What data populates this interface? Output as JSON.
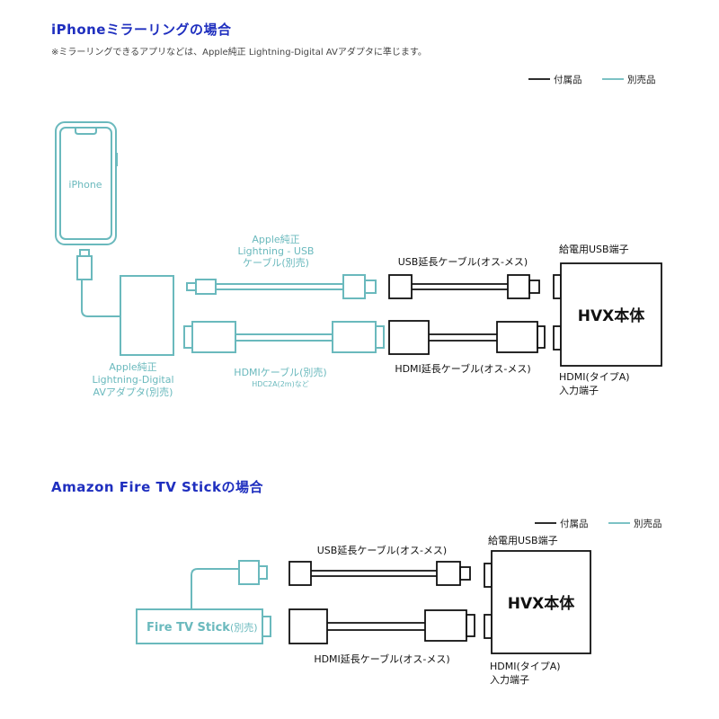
{
  "section1": {
    "title": "iPhoneミラーリングの場合",
    "note": "※ミラーリングできるアプリなどは、Apple純正 Lightning-Digital AVアダプタに準じます。",
    "legend": {
      "included": "付属品",
      "sold_separately": "別売品"
    },
    "iphone_label": "iPhone",
    "adapter_label": [
      "Apple純正",
      "Lightning-Digital",
      "AVアダプタ(別売)"
    ],
    "lightning_usb_label": [
      "Apple純正",
      "Lightning - USB",
      "ケーブル(別売)"
    ],
    "hdmi_cable_label": "HDMIケーブル(別売)",
    "hdmi_cable_sub": "HDC2A(2m)など",
    "usb_ext_label": "USB延長ケーブル(オス-メス)",
    "hdmi_ext_label": "HDMI延長ケーブル(オス-メス)",
    "power_port_label": "給電用USB端子",
    "hvx_label": "HVX本体",
    "hdmi_port_label": [
      "HDMI(タイプA)",
      "入力端子"
    ]
  },
  "section2": {
    "title": "Amazon Fire TV Stickの場合",
    "legend": {
      "included": "付属品",
      "sold_separately": "別売品"
    },
    "usb_ext_label": "USB延長ケーブル(オス-メス)",
    "power_port_label": "給電用USB端子",
    "hvx_label": "HVX本体",
    "firetv_label": "Fire TV Stick",
    "firetv_suffix": "(別売)",
    "hdmi_ext_label": "HDMI延長ケーブル(オス-メス)",
    "hdmi_port_label": [
      "HDMI(タイプA)",
      "入力端子"
    ]
  },
  "colors": {
    "included": "#111111",
    "sold_separately": "#6ab9bd",
    "heading": "#1f2fbf"
  }
}
